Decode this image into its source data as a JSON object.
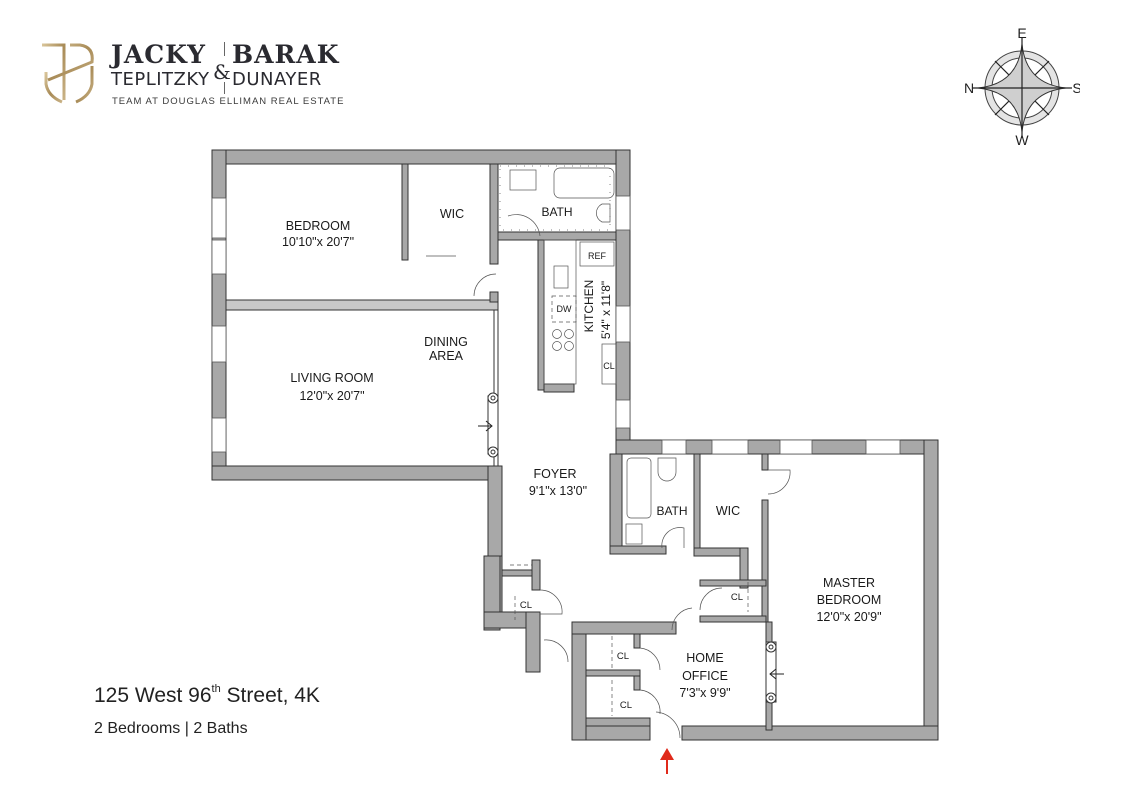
{
  "branding": {
    "name_first_1": "JACKY",
    "name_last_1": "TEPLITZKY",
    "ampersand": "&",
    "name_first_2": "BARAK",
    "name_last_2": "DUNAYER",
    "tagline": "TEAM AT DOUGLAS ELLIMAN REAL ESTATE",
    "accent_color": "#b59a6a"
  },
  "compass": {
    "top": "E",
    "right": "S",
    "bottom": "W",
    "left": "N"
  },
  "listing": {
    "street_number": "125 West 96",
    "ordinal_suffix": "th",
    "street_rest": " Street, 4K",
    "summary": "2 Bedrooms | 2 Baths"
  },
  "rooms": {
    "bedroom": {
      "name": "BEDROOM",
      "dims": "10'10\"x 20'7\""
    },
    "wic_1": {
      "name": "WIC"
    },
    "bath_1": {
      "name": "BATH"
    },
    "ref": {
      "name": "REF"
    },
    "kitchen": {
      "name": "KITCHEN",
      "dims": "5'4\" x 11'8\""
    },
    "dw": {
      "name": "DW"
    },
    "cl_kitchen": {
      "name": "CL"
    },
    "dining": {
      "line1": "DINING",
      "line2": "AREA"
    },
    "living": {
      "name": "LIVING ROOM",
      "dims": "12'0\"x 20'7\""
    },
    "foyer": {
      "name": "FOYER",
      "dims": "9'1\"x 13'0\""
    },
    "bath_2": {
      "name": "BATH"
    },
    "wic_2": {
      "name": "WIC"
    },
    "master": {
      "line1": "MASTER",
      "line2": "BEDROOM",
      "dims": "12'0\"x 20'9\""
    },
    "cl_foyer": {
      "name": "CL"
    },
    "cl_master": {
      "name": "CL"
    },
    "cl_office_1": {
      "name": "CL"
    },
    "cl_office_2": {
      "name": "CL"
    },
    "office": {
      "line1": "HOME",
      "line2": "OFFICE",
      "dims": "7'3\"x 9'9\""
    }
  },
  "colors": {
    "wall": "#a8a8a8",
    "wall_stroke": "#333333",
    "entry_arrow": "#e02a1b"
  }
}
